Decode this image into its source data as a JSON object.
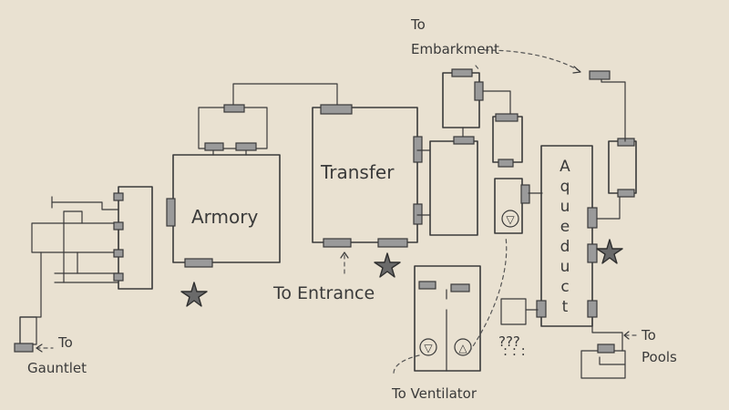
{
  "labels": {
    "armory": "Armory",
    "transfer": "Transfer",
    "aqueduct": [
      "A",
      "q",
      "u",
      "e",
      "d",
      "u",
      "c",
      "t"
    ],
    "to_entrance": "To Entrance",
    "to_embarkment_line1": "To",
    "to_embarkment_line2": "Embarkment",
    "to_gauntlet_line1": "To",
    "to_gauntlet_line2": "Gauntlet",
    "to_ventilator": "To Ventilator",
    "to_pools_line1": "To",
    "to_pools_line2": "Pools",
    "unknown": "???",
    "arrow_down_symbol": "▽",
    "arrow_up_symbol": "△"
  },
  "colors": {
    "paper": "#e9e1d1",
    "ink": "#3a3a3a",
    "door_fill": "#9a9a9a",
    "star_fill": "#6a6a6a"
  },
  "markers": {
    "star_count": 3,
    "star_icon": "star-icon"
  }
}
